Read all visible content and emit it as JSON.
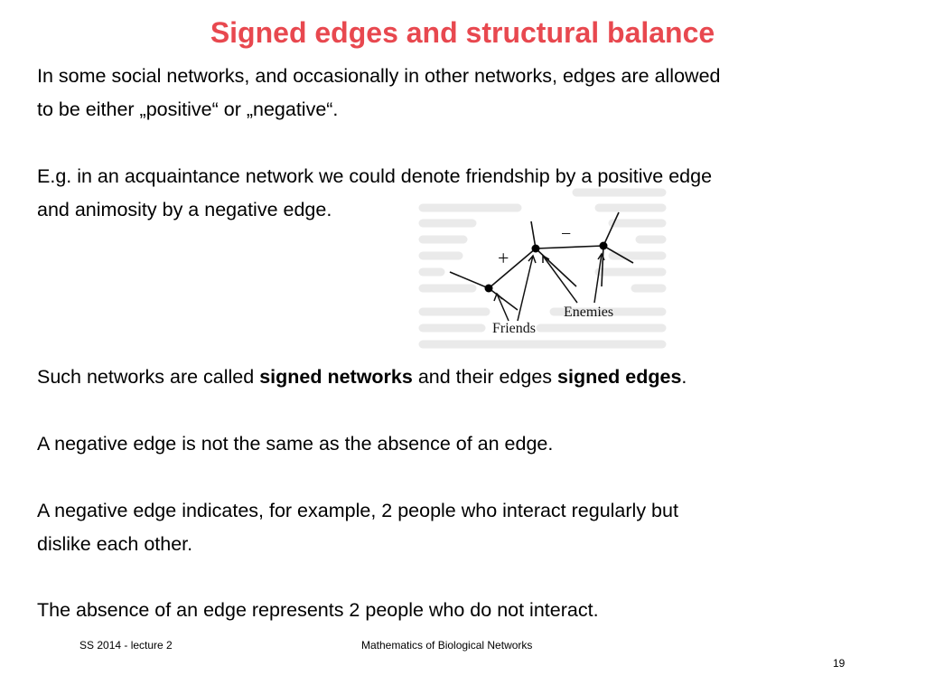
{
  "title": "Signed edges and structural balance",
  "paragraphs": {
    "p1_line1": "In some social networks, and occasionally in other networks, edges are allowed",
    "p1_line2": "to be either „positive“ or „negative“.",
    "p2_line1": "E.g. in an acquaintance network we could denote friendship by a positive edge",
    "p2_line2": "and animosity by a negative edge.",
    "p3_part1": "Such networks are called ",
    "p3_bold1": "signed networks",
    "p3_part2": " and their edges ",
    "p3_bold2": "signed edges",
    "p3_part3": ".",
    "p4": "A negative edge is not the same as the absence of an edge.",
    "p5_line1": "A negative edge indicates, for example, 2 people who interact regularly but",
    "p5_line2": "dislike each other.",
    "p6": "The absence of an edge represents 2 people who do not interact."
  },
  "diagram": {
    "positive_sign": "+",
    "negative_sign": "−",
    "friends_label": "Friends",
    "enemies_label": "Enemies"
  },
  "footer": {
    "left": "SS 2014 - lecture 2",
    "center": "Mathematics of Biological Networks",
    "page_number": "19"
  },
  "colors": {
    "title": "#e8484f",
    "text": "#000000",
    "background": "#ffffff"
  }
}
